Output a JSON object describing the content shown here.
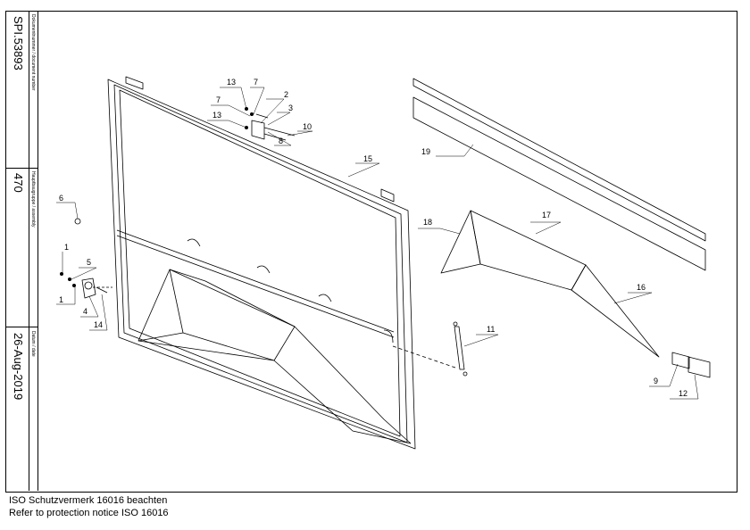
{
  "sidebar": {
    "doc_caption": "Dokumentnummer / document number",
    "doc_number": "SPI.53893",
    "group_caption": "Hauptbaugruppe / assembly",
    "group_number": "470",
    "date_caption": "Datum / date",
    "date_value": "26-Aug-2019"
  },
  "part_labels": [
    "1",
    "1",
    "2",
    "3",
    "4",
    "5",
    "6",
    "7",
    "7",
    "8",
    "9",
    "10",
    "11",
    "12",
    "13",
    "13",
    "14",
    "15",
    "16",
    "17",
    "18",
    "19"
  ],
  "footer": {
    "line1": "ISO Schutzvermerk 16016 beachten",
    "line2": "Refer to protection notice ISO 16016"
  }
}
